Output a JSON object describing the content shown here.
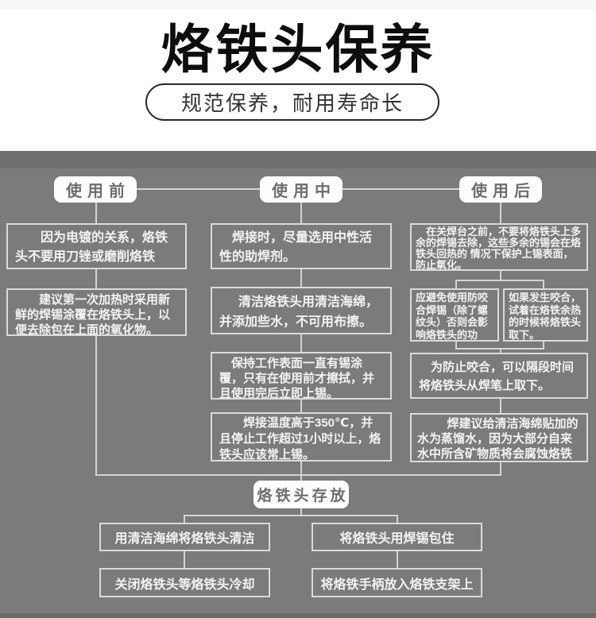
{
  "header": {
    "title": "烙铁头保养",
    "subtitle": "规范保养，耐用寿命长"
  },
  "flowchart": {
    "columns": [
      {
        "header": "使用前",
        "boxes": [
          "因为电镀的关系，烙铁头不要用刀锉或磨削烙铁头。",
          "建议第一次加热时采用新鲜的焊锡涂覆在烙铁头上，以便去除包在上面的氧化物。"
        ]
      },
      {
        "header": "使用中",
        "boxes": [
          "焊接时，尽量选用中性活性的助焊剂。",
          "清洁烙铁头用清洁海绵，并添加些水，不可用布擦。",
          "保持工作表面一直有锡涂覆，只有在使用前才擦拭，并且使用完后立即上锡。",
          "焊接温度高于350℃，并且停止工作超过1小时以上，烙铁头应该常上锡。"
        ]
      },
      {
        "header": "使用后",
        "boxes": [
          "在关焊台之前，不要将烙铁头上多余的焊锡去除，这些多余的锡会在烙铁头回热的 情况下保护上锡表面，防止氧化。"
        ],
        "split_boxes": [
          "应避免使用防咬合焊锡（除了螺纹头）否则会影响烙铁头的功能。",
          "如果发生咬合，试着在烙铁余热的时候将烙铁头取下。"
        ],
        "boxes_after": [
          "为防止咬合，可以隔段时间将烙铁头从焊笔上取下。",
          "焊建议给清洁海绵贴加的水为蒸馏水，因为大部分自来水中所含矿物质将会腐蚀烙铁头。"
        ]
      }
    ],
    "storage": {
      "header": "烙铁头存放",
      "boxes": [
        "用清洁海绵将烙铁头清洁",
        "将烙铁头用焊锡包住",
        "关闭烙铁头等烙铁头冷却",
        "将烙铁手柄放入烙铁支架上"
      ]
    }
  },
  "colors": {
    "gray_background": "#7b7b7b",
    "dark_band": "#6e6e6e",
    "box_border": "#dadada",
    "box_text": "#f3f3f3",
    "connector_line": "#d4d4d4",
    "pill_background": "#fdfdfd",
    "pill_text": "#6e6e6e",
    "title_text": "#0d0d0d"
  }
}
